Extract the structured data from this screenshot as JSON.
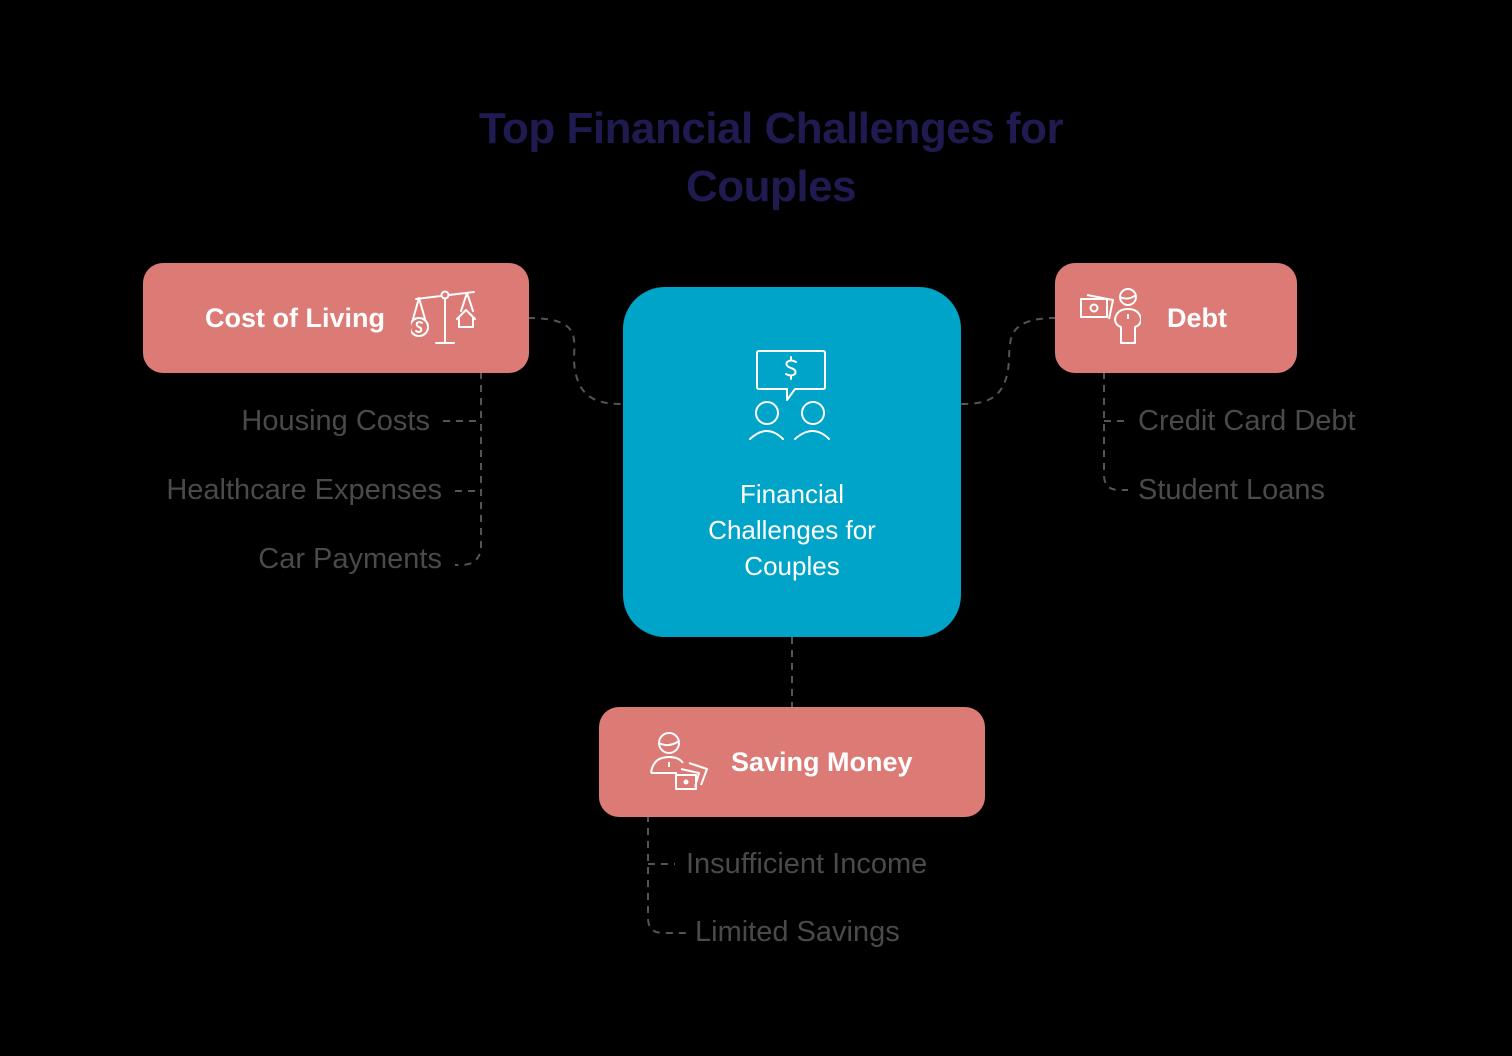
{
  "title": {
    "line1": "Top Financial Challenges for",
    "line2": "Couples"
  },
  "center": {
    "icon": "couple-money-chat-icon",
    "line1": "Financial",
    "line2": "Challenges for",
    "line3": "Couples",
    "color": "#00a4c8"
  },
  "branches": [
    {
      "label": "Cost of Living",
      "icon": "balance-scale-money-house-icon",
      "color": "#dc7a76",
      "items": [
        "Housing Costs",
        "Healthcare Expenses",
        "Car Payments"
      ]
    },
    {
      "label": "Debt",
      "icon": "cash-person-icon",
      "color": "#dc7a76",
      "items": [
        "Credit Card Debt",
        "Student Loans"
      ]
    },
    {
      "label": "Saving Money",
      "icon": "person-cash-icon",
      "color": "#dc7a76",
      "items": [
        "Insufficient Income",
        "Limited Savings"
      ]
    }
  ],
  "colors": {
    "background": "#000000",
    "title": "#1f1a4f",
    "subitem_text": "#4a4a4a",
    "connector": "#555555"
  }
}
